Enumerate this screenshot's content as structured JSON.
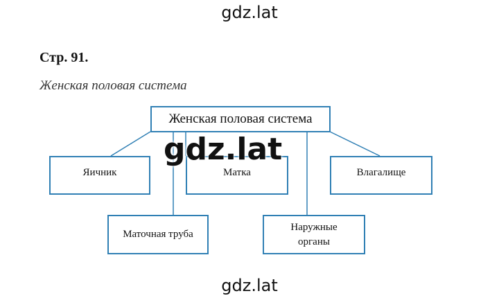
{
  "watermarks": {
    "top": "gdz.lat",
    "middle": "gdz.lat",
    "bottom": "gdz.lat"
  },
  "page_heading": "Стр. 91.",
  "section_title": "Женская половая система",
  "diagram": {
    "root": "Женская половая система",
    "children": {
      "ovary": "Яичник",
      "uterus": "Матка",
      "vagina": "Влагалище",
      "fallopian_tube": "Маточная труба",
      "external_organs": "Наружные органы"
    },
    "line_color": "#2f7fb4"
  }
}
